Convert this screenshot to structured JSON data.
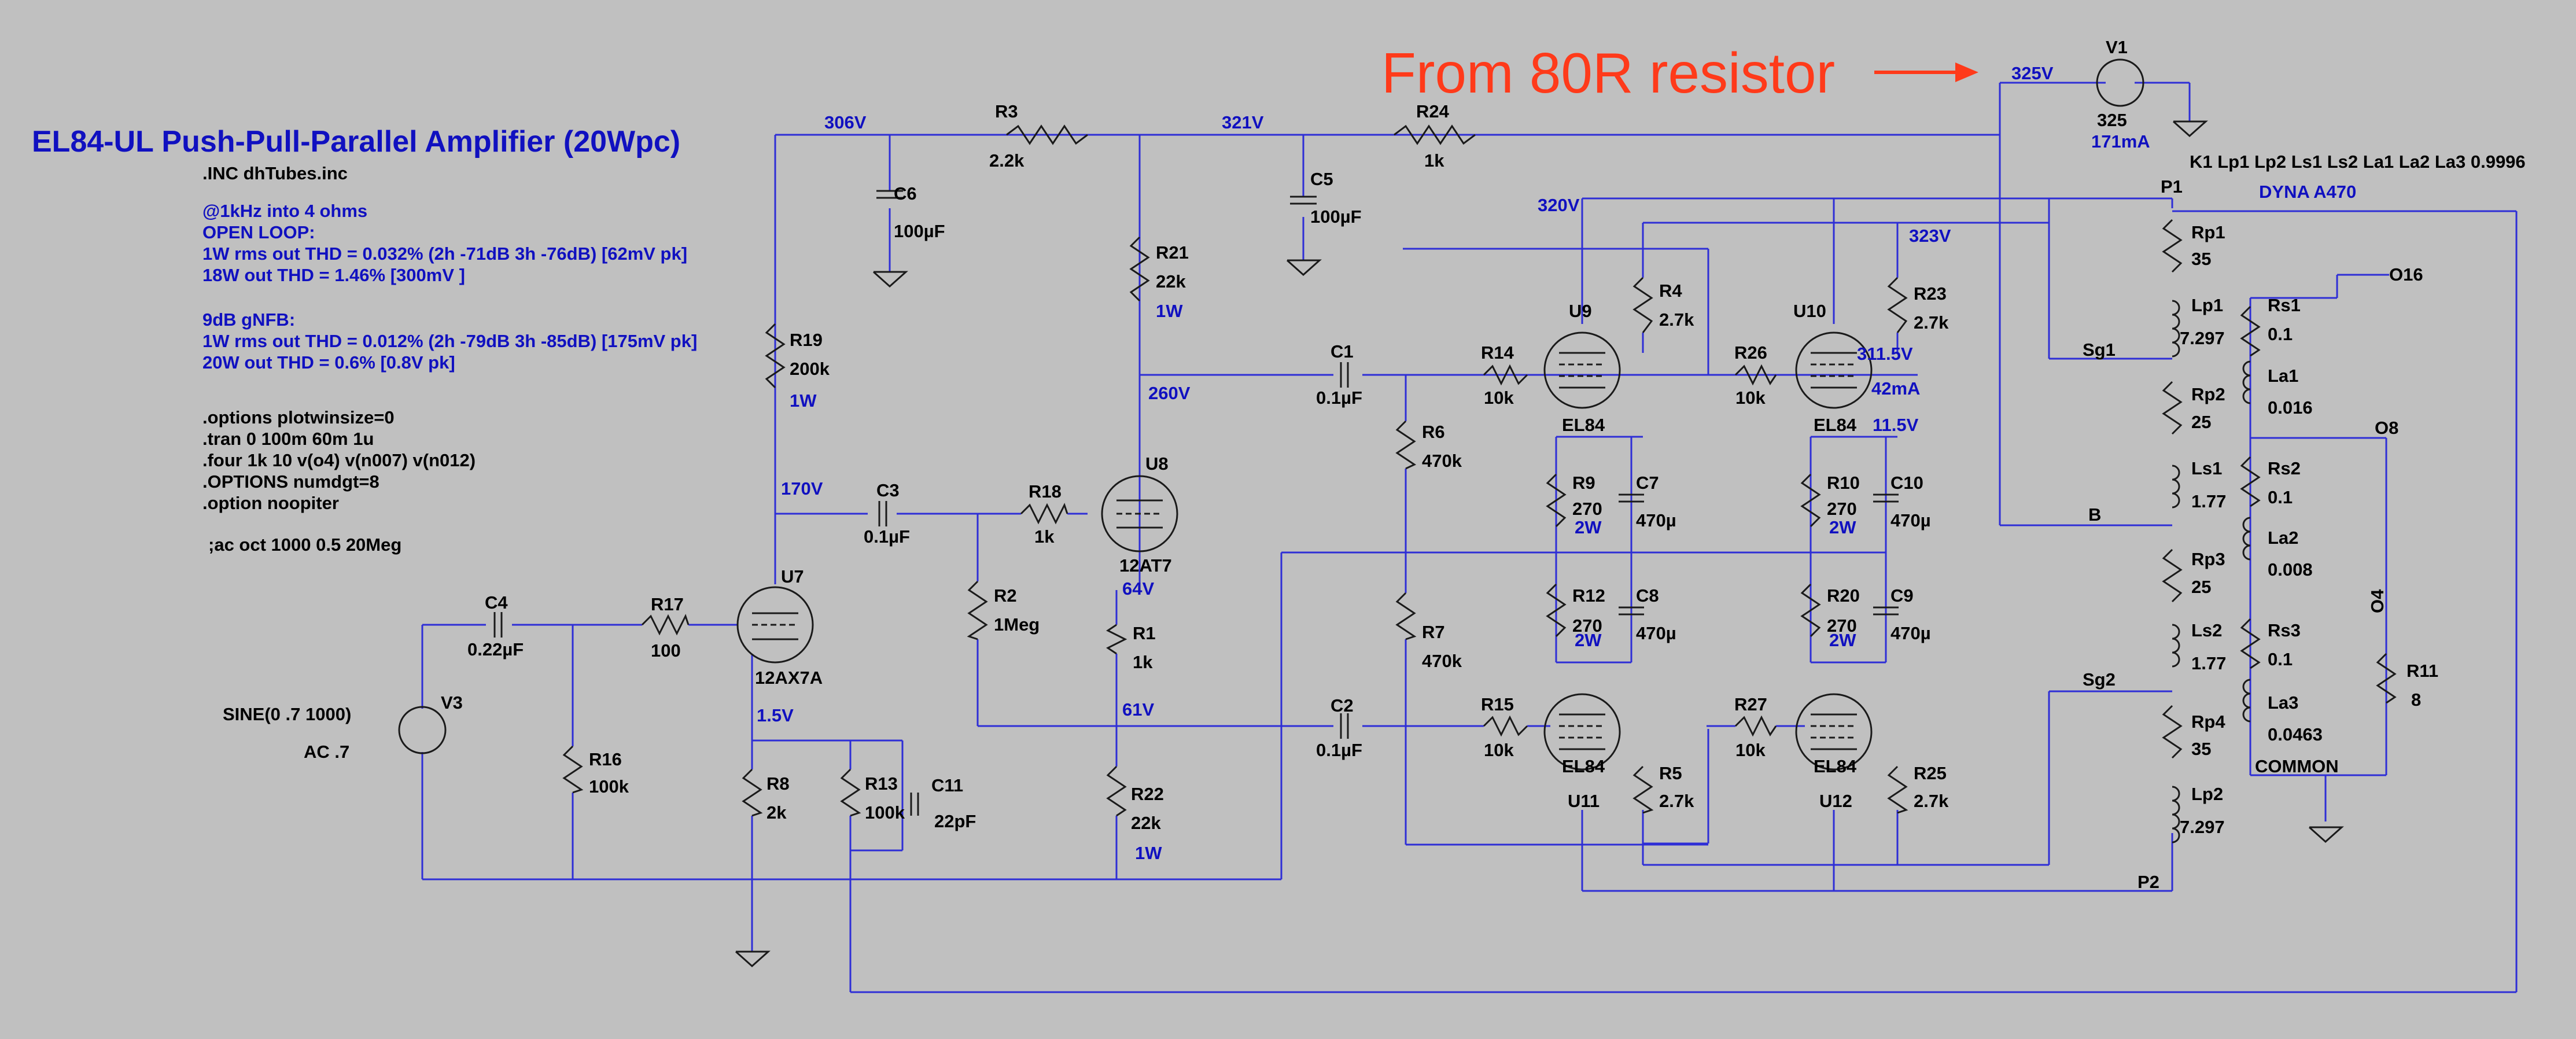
{
  "schematic": {
    "title": "EL84-UL Push-Pull-Parallel Amplifier (20Wpc)",
    "annotation": "From 80R resistor",
    "directives_black_top": [
      ".INC dhTubes.inc"
    ],
    "notes_blue": [
      "@1kHz into 4 ohms",
      "OPEN LOOP:",
      "  1W rms out THD = 0.032% (2h -71dB 3h -76dB) [62mV pk]",
      "18W out THD = 1.46%  [300mV ]",
      "9dB gNFB:",
      "  1W rms out THD = 0.012% (2h -79dB 3h -85dB) [175mV pk]",
      "20W out THD = 0.6%  [0.8V pk]"
    ],
    "directives_black": [
      ".options plotwinsize=0",
      ".tran 0 100m 60m 1u",
      ".four 1k 10 v(o4) v(n007) v(n012)",
      ".OPTIONS numdgt=8",
      ".option noopiter",
      ";ac oct 1000 0.5 20Meg"
    ],
    "coupling": "K1 Lp1 Lp2 Ls1 Ls2 La1 La2 La3 0.9996",
    "transformer_model": "DYNA A470",
    "source": {
      "name": "V3",
      "func": "SINE(0 .7 1000)",
      "ac": "AC .7"
    },
    "supply": {
      "name": "V1",
      "value": "325",
      "current": "171mA"
    },
    "voltages": {
      "n306": "306V",
      "n321": "321V",
      "n325": "325V",
      "n320": "320V",
      "n323": "323V",
      "n260": "260V",
      "n170": "170V",
      "n64": "64V",
      "n61": "61V",
      "n15": "1.5V",
      "n3115": "311.5V",
      "u10i": "42mA",
      "cath115": "11.5V"
    },
    "resistors": [
      {
        "name": "R3",
        "value": "2.2k"
      },
      {
        "name": "R24",
        "value": "1k"
      },
      {
        "name": "R19",
        "value": "200k",
        "power": "1W"
      },
      {
        "name": "R21",
        "value": "22k",
        "power": "1W"
      },
      {
        "name": "R17",
        "value": "100"
      },
      {
        "name": "R16",
        "value": "100k"
      },
      {
        "name": "R8",
        "value": "2k"
      },
      {
        "name": "R13",
        "value": "100k"
      },
      {
        "name": "R18",
        "value": "1k"
      },
      {
        "name": "R2",
        "value": "1Meg"
      },
      {
        "name": "R1",
        "value": "1k"
      },
      {
        "name": "R22",
        "value": "22k",
        "power": "1W"
      },
      {
        "name": "R6",
        "value": "470k"
      },
      {
        "name": "R7",
        "value": "470k"
      },
      {
        "name": "R14",
        "value": "10k"
      },
      {
        "name": "R15",
        "value": "10k"
      },
      {
        "name": "R4",
        "value": "2.7k"
      },
      {
        "name": "R5",
        "value": "2.7k"
      },
      {
        "name": "R26",
        "value": "10k"
      },
      {
        "name": "R27",
        "value": "10k"
      },
      {
        "name": "R23",
        "value": "2.7k"
      },
      {
        "name": "R25",
        "value": "2.7k"
      },
      {
        "name": "R9",
        "value": "270",
        "power": "2W"
      },
      {
        "name": "R12",
        "value": "270",
        "power": "2W"
      },
      {
        "name": "R10",
        "value": "270",
        "power": "2W"
      },
      {
        "name": "R20",
        "value": "270",
        "power": "2W"
      },
      {
        "name": "Rp1",
        "value": "35"
      },
      {
        "name": "Rp2",
        "value": "25"
      },
      {
        "name": "Rp3",
        "value": "25"
      },
      {
        "name": "Rp4",
        "value": "35"
      },
      {
        "name": "Rs1",
        "value": "0.1"
      },
      {
        "name": "Rs2",
        "value": "0.1"
      },
      {
        "name": "Rs3",
        "value": "0.1"
      },
      {
        "name": "R11",
        "value": "8"
      }
    ],
    "capacitors": [
      {
        "name": "C6",
        "value": "100µF"
      },
      {
        "name": "C5",
        "value": "100µF"
      },
      {
        "name": "C4",
        "value": "0.22µF"
      },
      {
        "name": "C3",
        "value": "0.1µF"
      },
      {
        "name": "C1",
        "value": "0.1µF"
      },
      {
        "name": "C2",
        "value": "0.1µF"
      },
      {
        "name": "C11",
        "value": "22pF"
      },
      {
        "name": "C7",
        "value": "470µ"
      },
      {
        "name": "C8",
        "value": "470µ"
      },
      {
        "name": "C10",
        "value": "470µ"
      },
      {
        "name": "C9",
        "value": "470µ"
      }
    ],
    "inductors": [
      {
        "name": "Lp1",
        "value": "7.297"
      },
      {
        "name": "Ls1",
        "value": "1.77"
      },
      {
        "name": "Ls2",
        "value": "1.77"
      },
      {
        "name": "Lp2",
        "value": "7.297"
      },
      {
        "name": "La1",
        "value": "0.016"
      },
      {
        "name": "La2",
        "value": "0.008"
      },
      {
        "name": "La3",
        "value": "0.0463"
      }
    ],
    "tubes": [
      {
        "name": "U7",
        "model": "12AX7A"
      },
      {
        "name": "U8",
        "model": "12AT7"
      },
      {
        "name": "U9",
        "model": "EL84"
      },
      {
        "name": "U10",
        "model": "EL84"
      },
      {
        "name": "U11",
        "model": "EL84"
      },
      {
        "name": "U12",
        "model": "EL84"
      }
    ],
    "net_labels": {
      "p1": "P1",
      "p2": "P2",
      "sg1": "Sg1",
      "sg2": "Sg2",
      "b": "B",
      "o16": "O16",
      "o8": "O8",
      "o4": "O4",
      "common": "COMMON"
    }
  }
}
